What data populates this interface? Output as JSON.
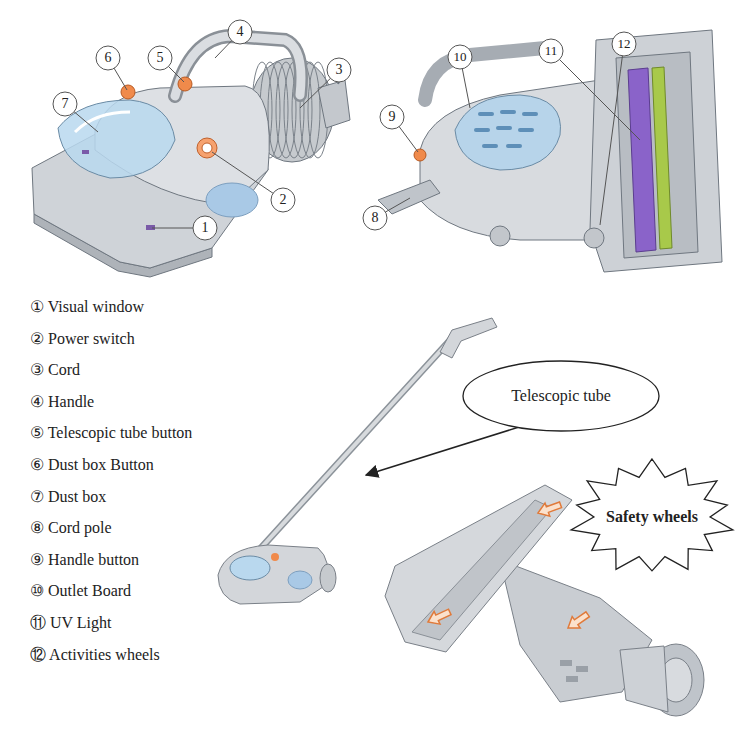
{
  "diagram": {
    "nodes": [
      {
        "text": [
          "1"
        ]
      },
      {
        "text": [
          "2"
        ]
      },
      {
        "text": [
          "3"
        ]
      },
      {
        "text": [
          "4"
        ]
      },
      {
        "text": [
          "5"
        ]
      },
      {
        "text": [
          "6"
        ]
      },
      {
        "text": [
          "7"
        ]
      },
      {
        "text": [
          "8"
        ]
      },
      {
        "text": [
          "9"
        ]
      },
      {
        "text": [
          "10"
        ]
      },
      {
        "text": [
          "11"
        ]
      },
      {
        "text": [
          "12"
        ]
      },
      {
        "text": [
          "Telescopic tube"
        ]
      },
      {
        "text": [
          "Safety wheels"
        ]
      }
    ],
    "labels": [
      "① Visual window",
      "② Power switch",
      "③ Cord",
      "④ Handle",
      "⑤ Telescopic tube button",
      "⑥ Dust box Button",
      "⑦ Dust box",
      "⑧ Cord pole",
      "⑨ Handle button",
      "⑩ Outlet Board",
      "⑪ UV Light",
      "⑫ Activities wheels"
    ]
  }
}
